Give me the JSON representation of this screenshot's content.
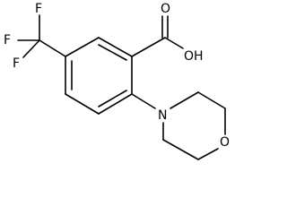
{
  "molecule": {
    "labels": {
      "f_top": "F",
      "f_left": "F",
      "f_bottom": "F",
      "carbonyl_oxygen": "O",
      "hydroxyl": "OH",
      "morpholine_nitrogen": "N",
      "morpholine_oxygen": "O"
    }
  }
}
